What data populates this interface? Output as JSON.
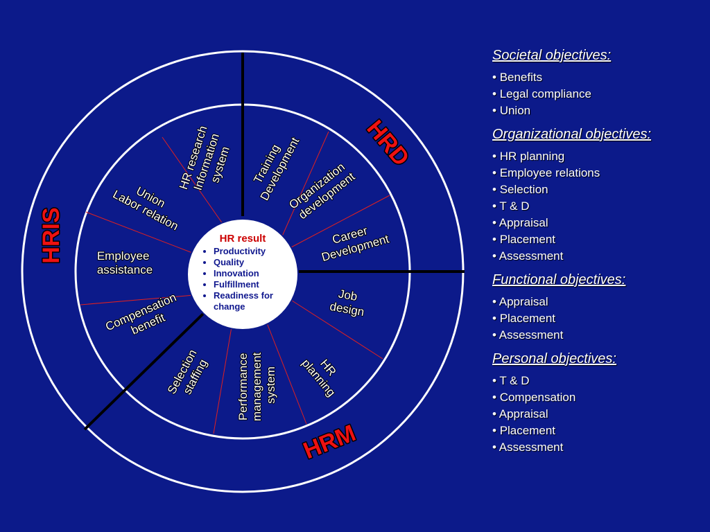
{
  "diagram": {
    "center": {
      "title": "HR result",
      "items": [
        "Productivity",
        "Quality",
        "Innovation",
        "Fulfillment",
        "Readiness for change"
      ]
    },
    "zones": {
      "top_right": "HRD",
      "left": "HRIS",
      "bottom": "HRM"
    },
    "segments": {
      "hr_research": [
        "HR research",
        "Information",
        "system"
      ],
      "training": [
        "Training",
        "Development"
      ],
      "org_dev": [
        "Organization",
        "development"
      ],
      "career": [
        "Career",
        "Development"
      ],
      "job": [
        "Job",
        "design"
      ],
      "hr_planning": [
        "HR",
        "planning"
      ],
      "performance": [
        "Performance",
        "management",
        "system"
      ],
      "selection": [
        "Selection",
        "staffing"
      ],
      "compensation": [
        "Compensation",
        "benefit"
      ],
      "employee": [
        "Employee",
        "assistance"
      ],
      "union": [
        "Union",
        "Labor relation"
      ]
    },
    "colors": {
      "background": "#0c1a8a",
      "ring": "#ffffff",
      "spoke": "#e02020",
      "divider": "#000000",
      "zone_label": "#ee1111",
      "center_title": "#cc0000",
      "center_items": "#10188e"
    }
  },
  "objectives": [
    {
      "title": "Societal objectives:",
      "items": [
        "Benefits",
        "Legal compliance",
        "Union"
      ]
    },
    {
      "title": "Organizational objectives:",
      "items": [
        "HR planning",
        "Employee relations",
        "Selection",
        "T & D",
        "Appraisal",
        "Placement",
        "Assessment"
      ]
    },
    {
      "title": "Functional objectives:",
      "items": [
        "Appraisal",
        "Placement",
        "Assessment"
      ]
    },
    {
      "title": "Personal objectives:",
      "items": [
        "T & D",
        "Compensation",
        "Appraisal",
        "Placement",
        "Assessment"
      ]
    }
  ]
}
